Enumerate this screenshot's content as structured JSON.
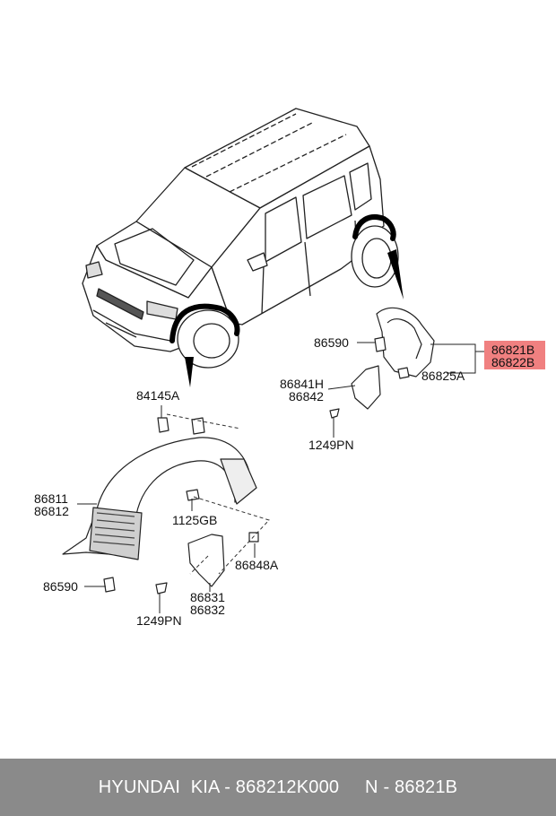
{
  "diagram": {
    "labels": {
      "p86590_top": "86590",
      "p86821B": "86821B",
      "p86822B": "86822B",
      "p86825A": "86825A",
      "p86841H": "86841H",
      "p86842": "86842",
      "p1249PN_top": "1249PN",
      "p84145A": "84145A",
      "p86811": "86811",
      "p86812": "86812",
      "p1125GB": "1125GB",
      "p86590_bottom": "86590",
      "p86848A": "86848A",
      "p86831": "86831",
      "p86832": "86832",
      "p1249PN_bottom": "1249PN"
    },
    "highlight_color": "#f08080"
  },
  "footer": {
    "text": "HYUNDAI  KIA - 868212K000     N - 86821B"
  }
}
